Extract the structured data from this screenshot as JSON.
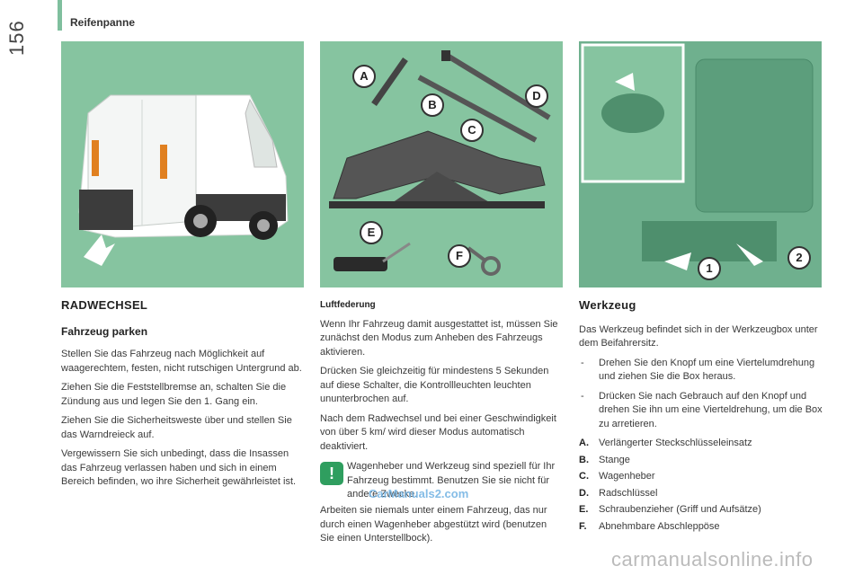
{
  "page": {
    "number": "156",
    "chapter": "Reifenpanne"
  },
  "illustrations": {
    "van": {},
    "tools": {
      "labels": [
        "A",
        "B",
        "C",
        "D",
        "E",
        "F"
      ]
    },
    "toolbox": {
      "step_labels": [
        "1",
        "2"
      ]
    }
  },
  "left": {
    "heading": "RADWECHSEL",
    "subheading": "Fahrzeug parken",
    "paragraphs": [
      "Stellen Sie das Fahrzeug nach Möglichkeit auf waagerechtem, festen, nicht rutschigen Untergrund ab.",
      "Ziehen Sie die Feststellbremse an, schalten Sie die Zündung aus und legen Sie den 1. Gang ein.",
      "Ziehen Sie die Sicherheitsweste über und stellen Sie das Warndreieck auf.",
      "Vergewissern Sie sich unbedingt, dass die Insassen das Fahrzeug verlassen haben und sich in einem Bereich befinden, wo ihre Sicherheit gewährleistet ist."
    ]
  },
  "middle": {
    "heading": "Luftfederung",
    "paragraphs": [
      "Wenn Ihr Fahrzeug damit ausgestattet ist, müssen Sie zunächst den Modus zum Anheben des Fahrzeugs aktivieren.",
      "Drücken Sie gleichzeitig für mindestens 5 Sekunden auf diese Schalter, die Kontrollleuchten leuchten ununterbrochen auf.",
      "Nach dem Radwechsel und bei einer Geschwindigkeit von über 5 km/ wird dieser Modus automatisch deaktiviert."
    ],
    "warning_icon": "!",
    "warning": "Wagenheber und Werkzeug sind speziell für Ihr Fahrzeug bestimmt. Benutzen Sie sie nicht für andere Zwecke.",
    "final": "Arbeiten sie niemals unter einem Fahrzeug, das nur durch einen Wagenheber abgestützt wird (benutzen Sie einen Unterstellbock)."
  },
  "right": {
    "heading": "Werkzeug",
    "intro": "Das Werkzeug befindet sich in der Werkzeugbox unter dem Beifahrersitz.",
    "steps": [
      {
        "dash": "-",
        "text": "Drehen Sie den Knopf um eine Viertelumdrehung und ziehen Sie die Box heraus."
      },
      {
        "dash": "-",
        "text": "Drücken Sie nach Gebrauch auf den Knopf und drehen Sie ihn um eine Vierteldrehung, um die Box zu arretieren."
      }
    ],
    "tools": [
      {
        "letter": "A.",
        "name": "Verlängerter Steckschlüsseleinsatz"
      },
      {
        "letter": "B.",
        "name": "Stange"
      },
      {
        "letter": "C.",
        "name": "Wagenheber"
      },
      {
        "letter": "D.",
        "name": "Radschlüssel"
      },
      {
        "letter": "E.",
        "name": "Schraubenzieher (Griff und Aufsätze)"
      },
      {
        "letter": "F.",
        "name": "Abnehmbare Abschleppöse"
      }
    ]
  },
  "watermarks": {
    "mid": "CarManuals2.com",
    "bottom": "carmanualsonline.info"
  }
}
